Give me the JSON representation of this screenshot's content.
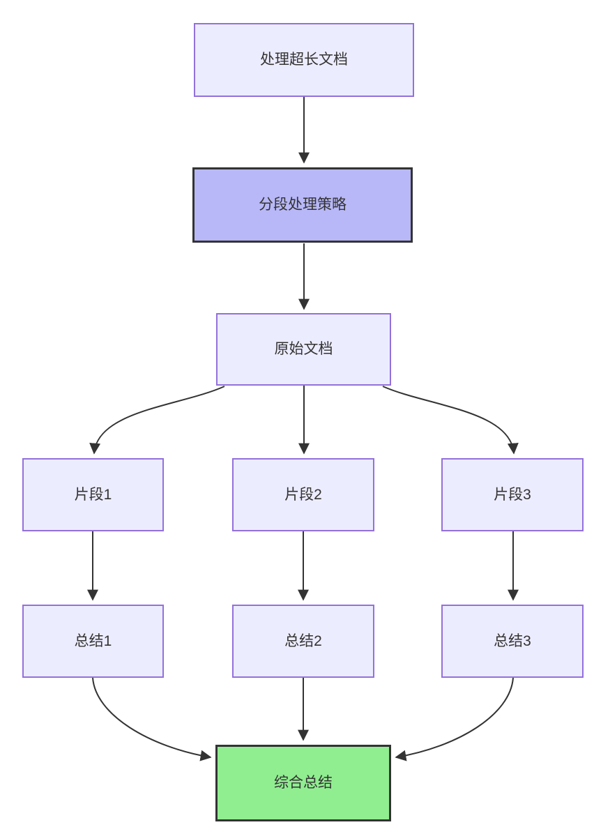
{
  "diagram": {
    "type": "flowchart",
    "direction": "top-down",
    "nodes": [
      {
        "id": "start",
        "label": "处理超长文档",
        "style": "light"
      },
      {
        "id": "strategy",
        "label": "分段处理策略",
        "style": "accent"
      },
      {
        "id": "original",
        "label": "原始文档",
        "style": "light"
      },
      {
        "id": "frag1",
        "label": "片段1",
        "style": "light"
      },
      {
        "id": "frag2",
        "label": "片段2",
        "style": "light"
      },
      {
        "id": "frag3",
        "label": "片段3",
        "style": "light"
      },
      {
        "id": "sum1",
        "label": "总结1",
        "style": "light"
      },
      {
        "id": "sum2",
        "label": "总结2",
        "style": "light"
      },
      {
        "id": "sum3",
        "label": "总结3",
        "style": "light"
      },
      {
        "id": "final",
        "label": "综合总结",
        "style": "final"
      }
    ],
    "edges": [
      {
        "from": "处理超长文档",
        "to": "分段处理策略"
      },
      {
        "from": "分段处理策略",
        "to": "原始文档"
      },
      {
        "from": "原始文档",
        "to": "片段1"
      },
      {
        "from": "原始文档",
        "to": "片段2"
      },
      {
        "from": "原始文档",
        "to": "片段3"
      },
      {
        "from": "片段1",
        "to": "总结1"
      },
      {
        "from": "片段2",
        "to": "总结2"
      },
      {
        "from": "片段3",
        "to": "总结3"
      },
      {
        "from": "总结1",
        "to": "综合总结"
      },
      {
        "from": "总结2",
        "to": "综合总结"
      },
      {
        "from": "总结3",
        "to": "综合总结"
      }
    ]
  },
  "colors": {
    "node_fill": "#ECECFF",
    "node_border": "#9370DB",
    "accent_fill": "#B8B8F8",
    "accent_border": "#333333",
    "final_fill": "#90EE90",
    "final_border": "#333333",
    "edge_color": "#333333",
    "text_color": "#333333",
    "background": "#FFFFFF"
  }
}
